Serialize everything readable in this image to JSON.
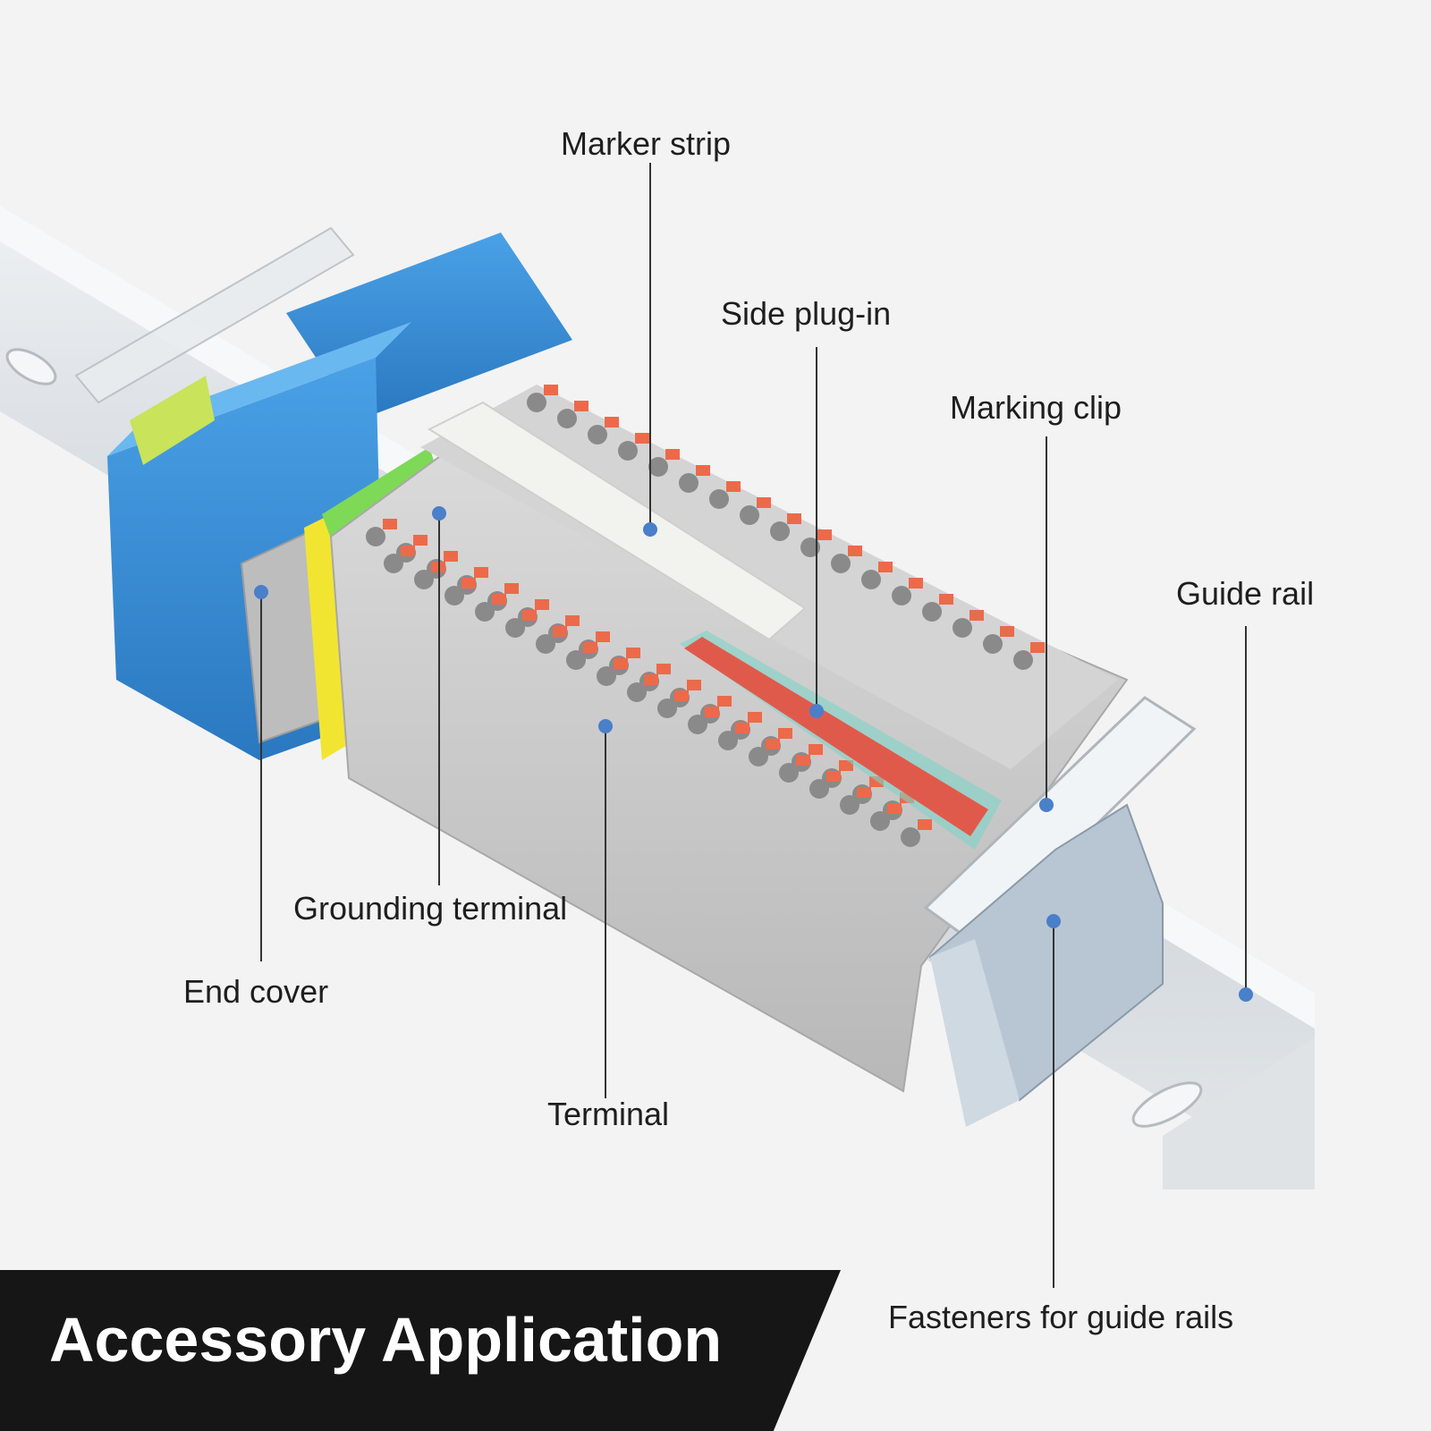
{
  "labels": {
    "marker_strip": "Marker strip",
    "side_plug_in": "Side plug-in",
    "marking_clip": "Marking clip",
    "guide_rail": "Guide rail",
    "grounding_terminal": "Grounding terminal",
    "end_cover": "End cover",
    "terminal": "Terminal",
    "fasteners": "Fasteners for guide rails"
  },
  "banner": {
    "title": "Accessory Application"
  },
  "colors": {
    "background": "#f3f3f3",
    "banner": "#161616",
    "callout_dot": "#4a7fc9",
    "terminal_grey": "#c9c9c9",
    "terminal_blue": "#3b8fd6",
    "push_button_orange": "#ec6a4a",
    "ground_green": "#7ed957",
    "ground_yellow": "#f2e531",
    "side_plug_red": "#e05a4c",
    "rail_silver": "#d4d8dc"
  }
}
